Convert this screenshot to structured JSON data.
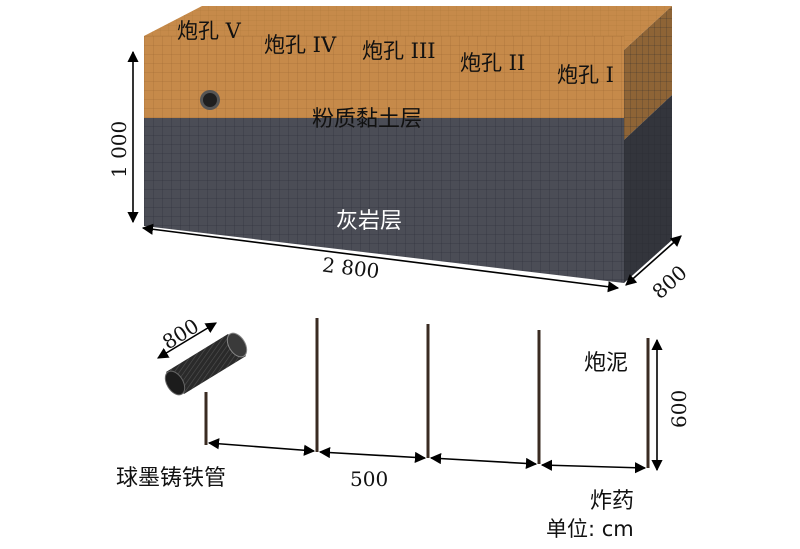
{
  "block": {
    "holes": [
      "炮孔 V",
      "炮孔 IV",
      "炮孔 III",
      "炮孔 II",
      "炮孔 I"
    ],
    "soil_layer": "粉质黏土层",
    "rock_layer": "灰岩层",
    "dim_height": "1 000",
    "dim_length": "2 800",
    "dim_depth": "800",
    "colors": {
      "soil": "#c68a4a",
      "rock": "#4b4d56"
    }
  },
  "detail": {
    "pipe_length": "800",
    "pipe_label": "球墨铸铁管",
    "spacing": "500",
    "stemming_label": "炮泥",
    "charge_depth": "600",
    "explosive_label": "炸药",
    "unit": "单位: cm"
  }
}
